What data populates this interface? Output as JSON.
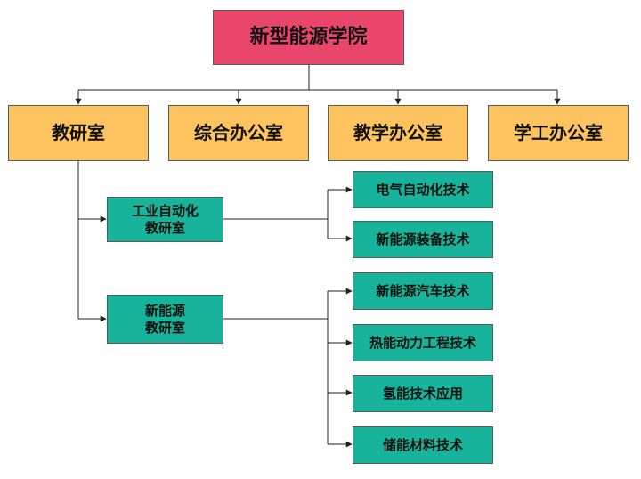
{
  "root": {
    "label": "新型能源学院"
  },
  "departments": [
    {
      "label": "教研室"
    },
    {
      "label": "综合办公室"
    },
    {
      "label": "教学办公室"
    },
    {
      "label": "学工办公室"
    }
  ],
  "labs": [
    {
      "line1": "工业自动化",
      "line2": "教研室"
    },
    {
      "line1": "新能源",
      "line2": "教研室"
    }
  ],
  "majors": [
    {
      "label": "电气自动化技术"
    },
    {
      "label": "新能源装备技术"
    },
    {
      "label": "新能源汽车技术"
    },
    {
      "label": "热能动力工程技术"
    },
    {
      "label": "氢能技术应用"
    },
    {
      "label": "储能材料技术"
    }
  ],
  "colors": {
    "root": "#e8476b",
    "department": "#fdc35f",
    "lab_and_major": "#17b39a",
    "connector": "#222222"
  }
}
